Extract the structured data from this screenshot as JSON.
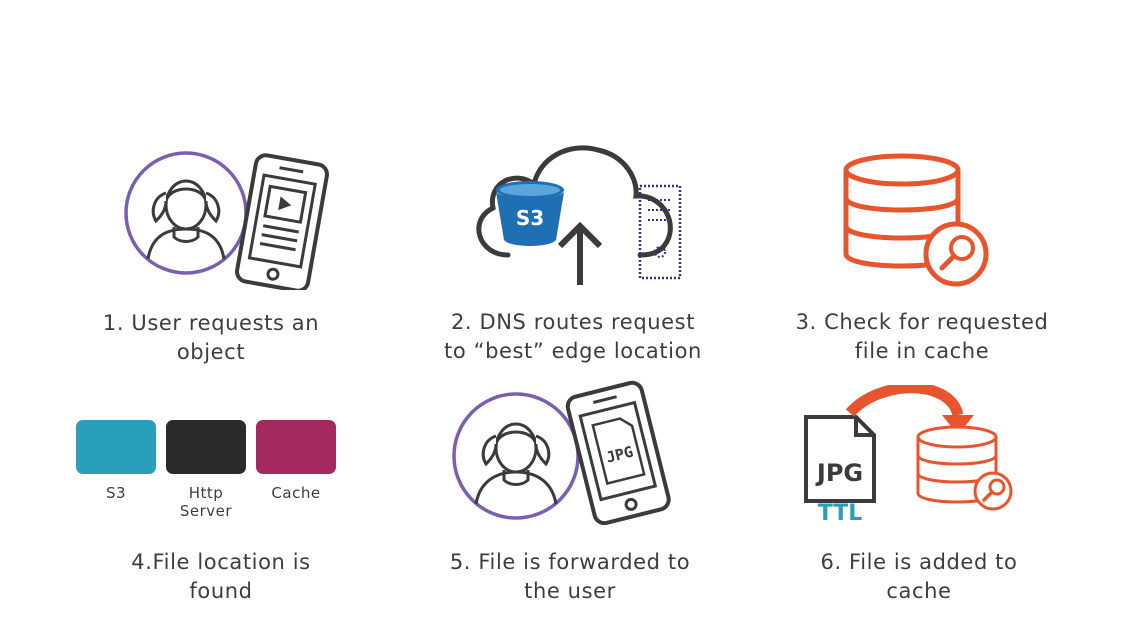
{
  "steps": [
    {
      "caption": "1. User requests an\nobject"
    },
    {
      "caption": "2. DNS routes request\nto “best” edge location"
    },
    {
      "caption": "3. Check for requested\nfile in cache"
    },
    {
      "caption": "4.File location is\nfound"
    },
    {
      "caption": "5. File is forwarded to\nthe user"
    },
    {
      "caption": "6. File is added to\ncache"
    }
  ],
  "bucket_label": "S3",
  "file_label": "JPG",
  "ttl_label": "TTL",
  "legend": [
    {
      "label": "S3",
      "color": "#2a9fbc"
    },
    {
      "label": "Http\nServer",
      "color": "#2b2b2b"
    },
    {
      "label": "Cache",
      "color": "#a4295e"
    }
  ],
  "colors": {
    "user": "#7a5eb0",
    "device": "#3b3b3b",
    "cache": "#e8542b",
    "s3": "#1f6fb4",
    "ttl": "#2a9fbc"
  }
}
